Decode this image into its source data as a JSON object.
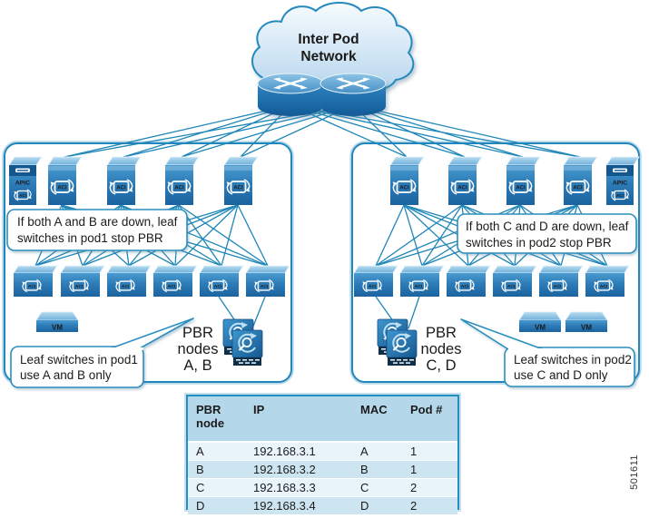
{
  "colors": {
    "line": "#1f86b8",
    "pod_border": "#2187ba",
    "pod_border_halo": "#b9d9ea",
    "callout_border": "#2b8fbe",
    "table_border": "#2390bf",
    "table_header_bg": "#b4d8e9",
    "table_row_light": "#e8f4fa",
    "table_row_dark": "#cde5f1",
    "device_blue_dark": "#1b639f",
    "device_blue_light": "#4a9bd0",
    "text": "#1a1a1a"
  },
  "cloud": {
    "line1": "Inter Pod",
    "line2": "Network"
  },
  "labels": {
    "aci": "ACI",
    "apic": "APIC",
    "vm": "VM"
  },
  "pod1": {
    "top_callout": [
      "If both A and B are down, leaf",
      "switches in pod1 stop PBR"
    ],
    "bottom_callout": [
      "Leaf switches in pod1",
      "use A and B only"
    ],
    "pbr_label": [
      "PBR",
      "nodes",
      "A, B"
    ]
  },
  "pod2": {
    "top_callout": [
      "If both C and D are down, leaf",
      "switches in pod2 stop PBR"
    ],
    "bottom_callout": [
      "Leaf switches in pod2",
      "use C and D only"
    ],
    "pbr_label": [
      "PBR",
      "nodes",
      "C, D"
    ]
  },
  "table": {
    "headers": [
      "PBR node",
      "IP",
      "MAC",
      "Pod #"
    ],
    "rows": [
      [
        "A",
        "192.168.3.1",
        "A",
        "1"
      ],
      [
        "B",
        "192.168.3.2",
        "B",
        "1"
      ],
      [
        "C",
        "192.168.3.3",
        "C",
        "2"
      ],
      [
        "D",
        "192.168.3.4",
        "D",
        "2"
      ]
    ]
  },
  "figure_number": "501611"
}
